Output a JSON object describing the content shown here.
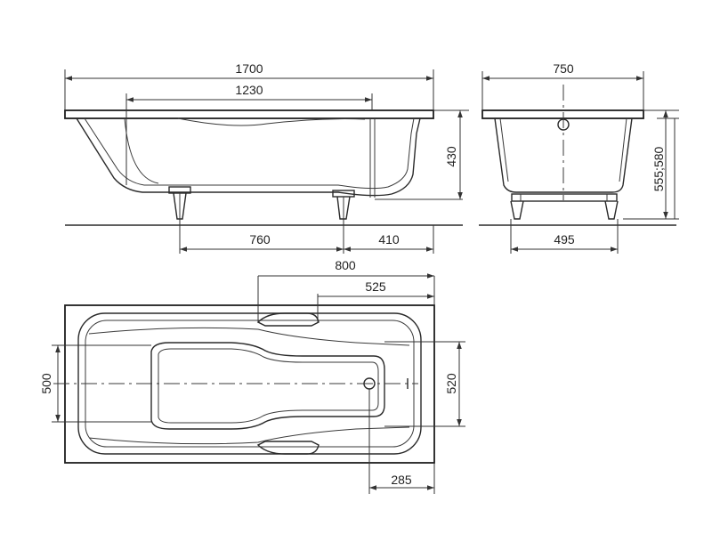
{
  "dimensions": {
    "side_total_length": "1700",
    "side_inner_length": "1230",
    "side_height": "430",
    "side_leg_spacing": "760",
    "side_leg_offset": "410",
    "end_width": "750",
    "end_height": "555;580",
    "end_leg_spacing": "495",
    "top_overflow_offset": "800",
    "top_handle_offset": "525",
    "top_inner_width": "500",
    "top_outer_width": "520",
    "top_drain_offset": "285"
  }
}
